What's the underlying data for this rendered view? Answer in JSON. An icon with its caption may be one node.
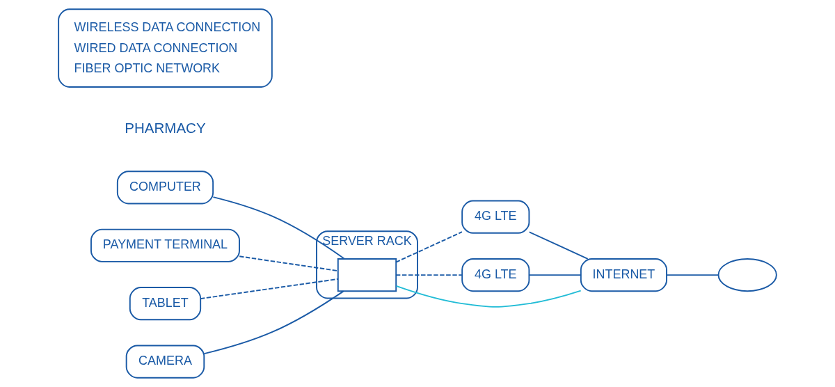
{
  "diagram": {
    "nodes": [
      {
        "text": [
          "COMPUTER"
        ]
      },
      {
        "text": [
          "PAYMENT TERMINAL"
        ]
      },
      {
        "text": [
          "TABLET"
        ]
      },
      {
        "text": [
          "CAMERA"
        ]
      },
      {
        "text": [
          "SERVER RACK"
        ]
      },
      {
        "text": [],
        "shape": "box",
        "in": 4
      },
      {
        "text": [
          "4G LTE"
        ]
      },
      {
        "text": [
          "4G LTE"
        ]
      },
      {
        "text": [
          "INTERNET"
        ]
      },
      {
        "text": [],
        "shape": "cloud"
      }
    ],
    "edges": [
      {
        "from": 0,
        "to": 5,
        "arrow": "none"
      },
      {
        "from": 1,
        "to": 5,
        "arrow": "none",
        "style": "dashed"
      },
      {
        "from": 2,
        "to": 5,
        "arrow": "none",
        "style": "dashed"
      },
      {
        "from": 3,
        "to": 5,
        "arrow": "none"
      },
      {
        "from": 5,
        "to": 6,
        "arrow": "none",
        "style": "dashed"
      },
      {
        "from": 5,
        "to": 7,
        "arrow": "none",
        "style": "dashed"
      },
      {
        "from": 6,
        "to": 8,
        "arrow": "none"
      },
      {
        "from": 7,
        "to": 8,
        "arrow": "none"
      },
      {
        "from": 5,
        "to": 8,
        "arrow": "none",
        "color": "#22bcd6"
      },
      {
        "from": 8,
        "to": 9,
        "arrow": "none"
      }
    ],
    "labels": [
      "PHARMACY"
    ],
    "legend": [
      {
        "text": "WIRELESS DATA CONNECTION"
      },
      {
        "text": "WIRED DATA CONNECTION"
      },
      {
        "text": "FIBER OPTIC NETWORK"
      }
    ]
  }
}
